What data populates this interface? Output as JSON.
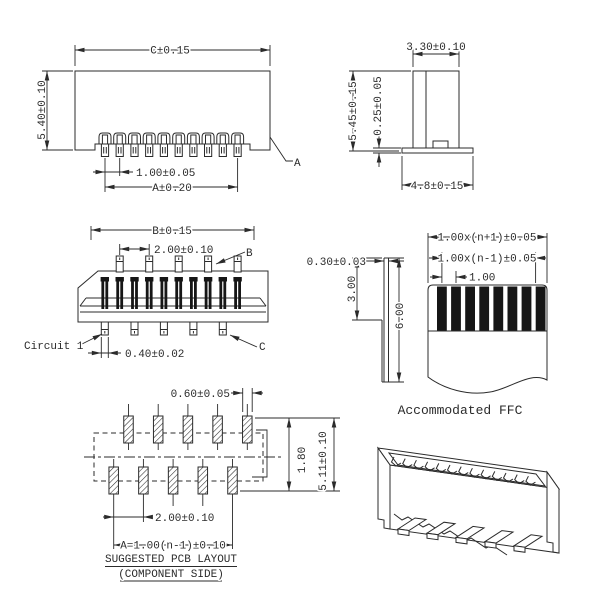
{
  "drawing_type": "connector-dimensional-drawing",
  "front_view": {
    "dim_width": "C±0.15",
    "dim_height": "5.40±0.10",
    "dim_pitch": "1.00±0.05",
    "dim_span": "A±0.20",
    "callout_a": "A"
  },
  "side_view": {
    "dim_top_width": "3.30±0.10",
    "dim_height": "5.45±0.15",
    "dim_flange": "0.25±0.05",
    "dim_bottom_width": "4.8±0.15"
  },
  "rear_view": {
    "dim_width": "B±0.15",
    "dim_pitch": "2.00±0.10",
    "callout_b": "B",
    "circuit_label": "Circuit 1",
    "dim_pin_width": "0.40±0.02",
    "callout_c": "C"
  },
  "ffc_view": {
    "dim_thickness": "0.30±0.03",
    "dim_exposed": "3.00",
    "dim_length": "6.00",
    "dim_overall_width": "1.00x(n+1)±0.05",
    "dim_conductor_span": "1.00x(n-1)±0.05",
    "dim_pitch": "1.00",
    "caption": "Accommodated FFC"
  },
  "pcb_view": {
    "dim_pad_width": "0.60±0.05",
    "dim_pad_height": "1.80",
    "dim_row_span": "5.11±0.10",
    "dim_pitch": "2.00±0.10",
    "dim_span": "A=1.00(n-1)±0.10",
    "title": "SUGGESTED PCB LAYOUT",
    "subtitle": "(COMPONENT SIDE)"
  },
  "colors": {
    "line_color": "#2b2b2b",
    "conductor_fill": "#161616",
    "background": "#ffffff"
  }
}
